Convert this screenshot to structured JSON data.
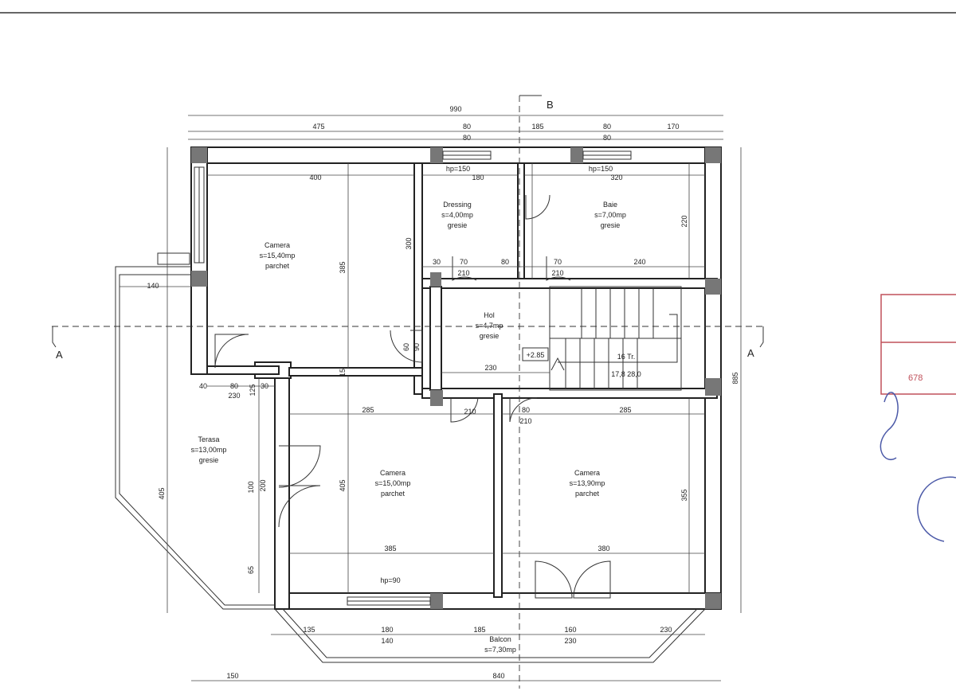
{
  "section_marks": {
    "a_left": "A",
    "a_right": "A",
    "b_top": "B"
  },
  "dimensions_top": {
    "total": "990",
    "segments": [
      "475",
      "80",
      "185",
      "80",
      "170"
    ],
    "sub_segments": [
      "80",
      "80"
    ]
  },
  "dimensions_bottom": {
    "row1": [
      "135",
      "180",
      "185",
      "160",
      "230"
    ],
    "row2": [
      "140",
      "230"
    ],
    "row3": [
      "150",
      "840"
    ]
  },
  "dimensions_side": {
    "left": "405",
    "right": "885"
  },
  "rooms": [
    {
      "id": "camera-1",
      "name": "Camera",
      "area": "s=15,40mp",
      "finish": "parchet"
    },
    {
      "id": "dressing",
      "name": "Dressing",
      "area": "s=4,00mp",
      "finish": "gresie"
    },
    {
      "id": "baie",
      "name": "Baie",
      "area": "s=7,00mp",
      "finish": "gresie"
    },
    {
      "id": "hol",
      "name": "Hol",
      "area": "s=4,7mp",
      "finish": "gresie"
    },
    {
      "id": "terasa",
      "name": "Terasa",
      "area": "s=13,00mp",
      "finish": "gresie"
    },
    {
      "id": "camera-2",
      "name": "Camera",
      "area": "s=15,00mp",
      "finish": "parchet"
    },
    {
      "id": "camera-3",
      "name": "Camera",
      "area": "s=13,90mp",
      "finish": "parchet"
    },
    {
      "id": "balcon",
      "name": "Balcon",
      "area": "s=7,30mp",
      "finish": ""
    }
  ],
  "window_labels": {
    "w1": "hp=150",
    "w2": "hp=150",
    "w3": "hp=90"
  },
  "interior_dims": {
    "d400": "400",
    "d385a": "385",
    "d300": "300",
    "d180": "180",
    "d320": "320",
    "d220": "220",
    "d240": "240",
    "d30a": "30",
    "d70a": "70",
    "d210a": "210",
    "d80a": "80",
    "d70b": "70",
    "d210b": "210",
    "d140": "140",
    "d230a": "230",
    "d285a": "285",
    "d285b": "285",
    "d405": "405",
    "d355": "355",
    "d385b": "385",
    "d380": "380",
    "d40": "40",
    "d80b": "80",
    "d230b": "230",
    "d30b": "30",
    "d125": "125",
    "d200": "200",
    "d100": "100",
    "d65": "65",
    "d15": "15",
    "d60": "60",
    "d90": "90",
    "d210c": "210",
    "d80c": "80",
    "d210d": "210"
  },
  "level": "+2.85",
  "stairs": {
    "steps": "16 Tr.",
    "size": "17,8 28,0"
  },
  "stamp": {
    "text": "678"
  }
}
